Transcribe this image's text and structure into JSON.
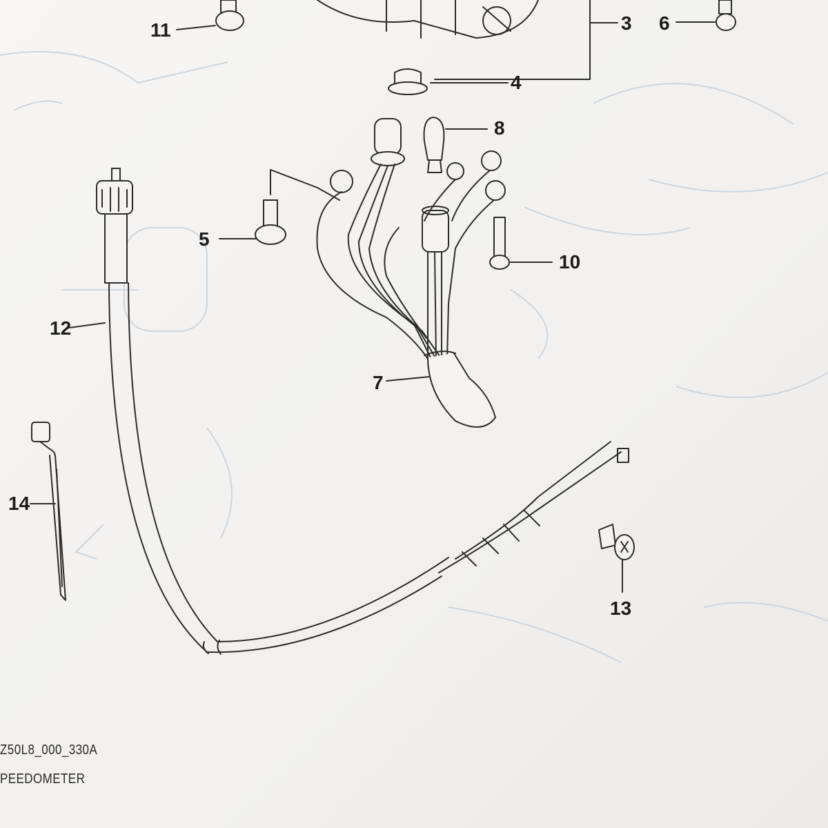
{
  "callouts": [
    {
      "id": "11",
      "label": "11"
    },
    {
      "id": "3",
      "label": "3"
    },
    {
      "id": "6",
      "label": "6"
    },
    {
      "id": "4",
      "label": "4"
    },
    {
      "id": "8",
      "label": "8"
    },
    {
      "id": "5",
      "label": "5"
    },
    {
      "id": "10",
      "label": "10"
    },
    {
      "id": "12",
      "label": "12"
    },
    {
      "id": "7",
      "label": "7"
    },
    {
      "id": "14",
      "label": "14"
    },
    {
      "id": "13",
      "label": "13"
    }
  ],
  "caption": {
    "code": "Z50L8_000_330A",
    "title": "PEEDOMETER"
  },
  "colors": {
    "line": "#2b2b2b",
    "faint": "#c9d2dc",
    "paper": "#f4f3f1"
  }
}
